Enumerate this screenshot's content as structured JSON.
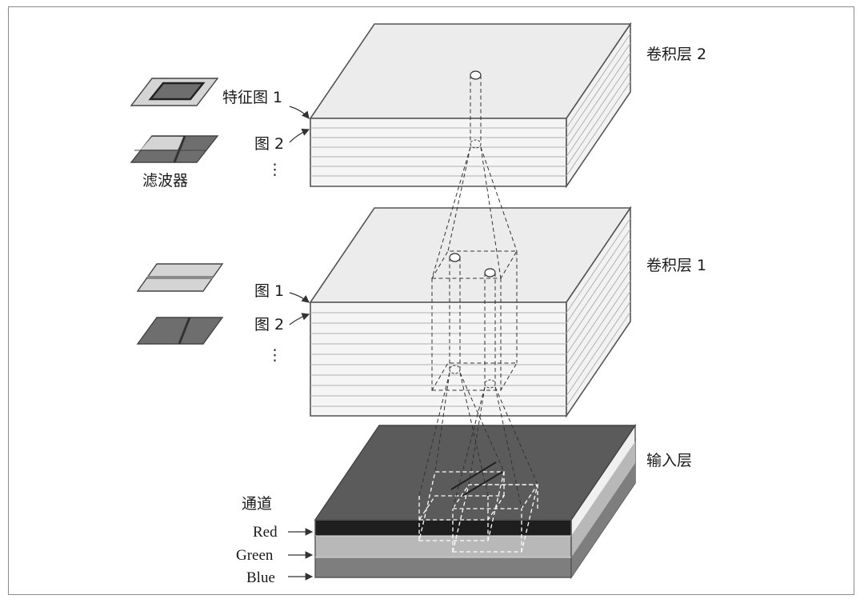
{
  "layers": {
    "conv2": {
      "title": "卷积层 2",
      "map1_label": "特征图 1",
      "map2_label": "图 2",
      "ellipsis": "⋮",
      "filter_label": "滤波器"
    },
    "conv1": {
      "title": "卷积层 1",
      "map1_label": "图 1",
      "map2_label": "图 2",
      "ellipsis": "⋮"
    },
    "input": {
      "title": "输入层",
      "channels_label": "通道",
      "channels": [
        "Red",
        "Green",
        "Blue"
      ]
    }
  },
  "colors": {
    "layer_top": "#ececec",
    "layer_side": "#f3f3f3",
    "input_top": "#5b5b5b",
    "red_band": "#1e1e1e",
    "green_band": "#b8b8b8",
    "blue_band": "#7e7e7e",
    "filter_light": "#d4d4d4",
    "filter_dark": "#6e6e6e"
  }
}
